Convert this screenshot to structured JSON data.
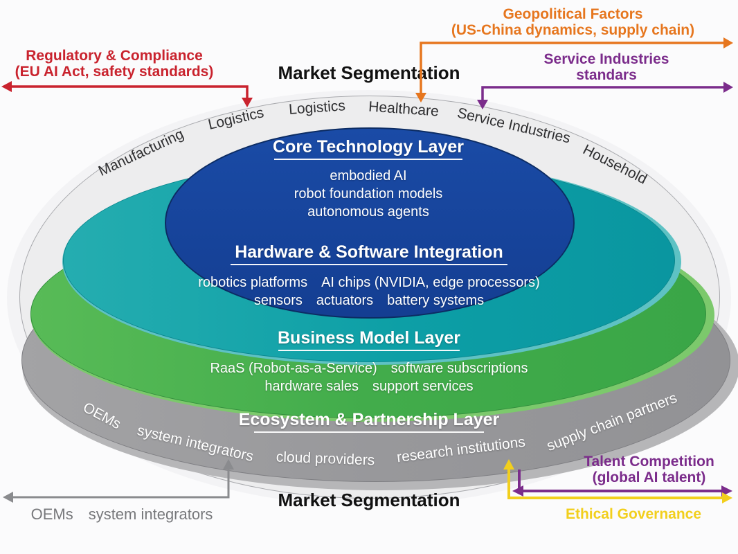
{
  "colors": {
    "red": "#c9232e",
    "orange": "#e6761e",
    "purple": "#7b2c8b",
    "yellow": "#f2cf1d",
    "gray_annotation": "#8a8b8e",
    "blue_layer": "#17479e",
    "teal_layer": "#0fa3a8",
    "green_layer": "#46ae4d",
    "gray_layer": "#9b9b9d",
    "ring": "#ededee"
  },
  "titles": {
    "top_market_segmentation": "Market Segmentation",
    "bottom_market_segmentation": "Market Segmentation"
  },
  "annotations": {
    "regulatory": {
      "line1": "Regulatory & Compliance",
      "line2": "(EU AI Act, safety standards)"
    },
    "geopolitical": {
      "line1": "Geopolitical Factors",
      "line2": "(US-China dynamics, supply chain)"
    },
    "service_industries_standards": {
      "line1": "Service Industries",
      "line2": "standars"
    },
    "talent_competition": {
      "line1": "Talent Competition",
      "line2": "(global AI talent)"
    },
    "ethical_governance": "Ethical Governance",
    "oems_integrators": "OEMs system integrators"
  },
  "ring_labels": [
    "Manufacturing",
    "Logistics",
    "Logistics",
    "Healthcare",
    "Service Industries",
    "Household"
  ],
  "layers": [
    {
      "title": "Core Technology Layer",
      "lines": [
        "embodied AI",
        "robot foundation models",
        "autonomous agents"
      ]
    },
    {
      "title": "Hardware & Software Integration",
      "lines": [
        "robotics platforms AI chips (NVIDIA, edge processors)",
        "sensors actuators battery systems"
      ]
    },
    {
      "title": "Business Model Layer",
      "lines": [
        "RaaS (Robot-as-a-Service) software subscriptions",
        "hardware sales support services"
      ]
    },
    {
      "title": "Ecosystem & Partnership Layer",
      "partners": [
        "OEMs",
        "system integrators",
        "cloud providers",
        "research institutions",
        "supply chain partners"
      ]
    }
  ]
}
